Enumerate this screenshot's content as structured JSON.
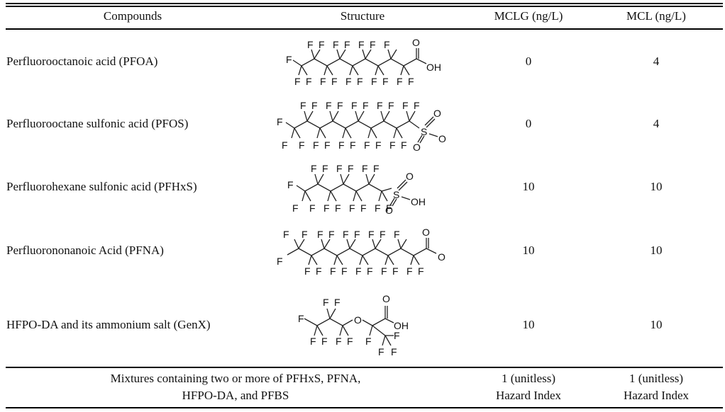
{
  "table": {
    "headers": [
      "Compounds",
      "Structure",
      "MCLG (ng/L)",
      "MCL (ng/L)"
    ],
    "rows": [
      {
        "compound": "Perfluorooctanoic acid (PFOA)",
        "structure": "PFOA structural formula (C7F15-COOH)",
        "mclg": "0",
        "mcl": "4"
      },
      {
        "compound": "Perfluorooctane sulfonic acid (PFOS)",
        "structure": "PFOS structural formula (C8F17-SO3)",
        "mclg": "0",
        "mcl": "4"
      },
      {
        "compound": "Perfluorohexane sulfonic acid (PFHxS)",
        "structure": "PFHxS structural formula (C6F13-SO3H)",
        "mclg": "10",
        "mcl": "10"
      },
      {
        "compound": "Perfluorononanoic Acid (PFNA)",
        "structure": "PFNA structural formula (C8F17-COO)",
        "mclg": "10",
        "mcl": "10"
      },
      {
        "compound": "HFPO-DA and its ammonium salt (GenX)",
        "structure": "HFPO-DA structural formula",
        "mclg": "10",
        "mcl": "10"
      }
    ],
    "mixture": {
      "compound_line1": "Mixtures containing two or more of PFHxS, PFNA,",
      "compound_line2": "HFPO-DA, and PFBS",
      "mclg_line1": "1 (unitless)",
      "mclg_line2": "Hazard Index",
      "mcl_line1": "1 (unitless)",
      "mcl_line2": "Hazard Index"
    }
  },
  "atoms": {
    "F": "F",
    "O": "O",
    "OH": "OH",
    "S": "S"
  }
}
